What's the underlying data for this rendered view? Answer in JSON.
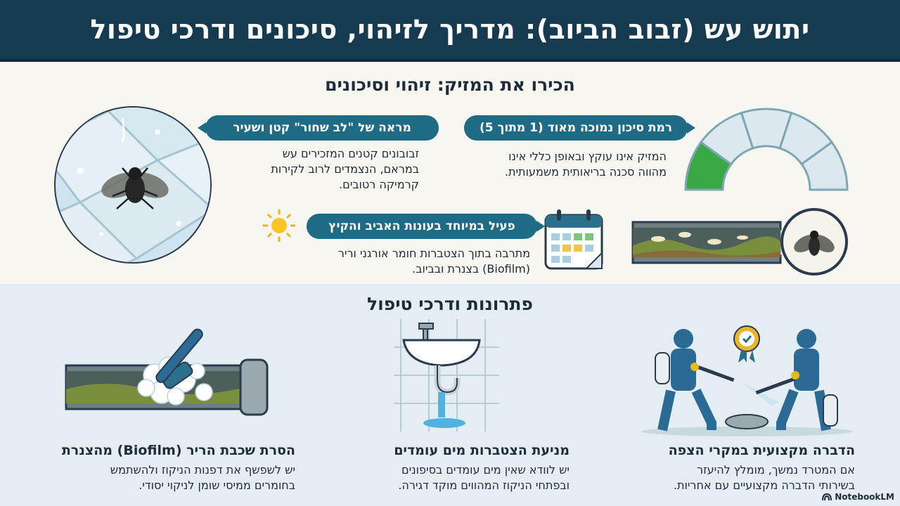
{
  "header": {
    "title": "יתוש עש (זבוב הביוב): מדריך לזיהוי, סיכונים ודרכי טיפול"
  },
  "identification": {
    "title": "הכירו את המזיק: זיהוי וסיכונים",
    "risk": {
      "label": "רמת סיכון נמוכה מאוד (1 מתוך 5)",
      "lines": [
        "המזיק אינו עוקץ ובאופן כללי אינו",
        "מהווה סכנה בריאותית משמעותית."
      ],
      "gauge_level": 1,
      "gauge_max": 5
    },
    "appearance": {
      "label": "מראה של \"לב שחור\" קטן ושעיר",
      "lines": [
        "זבובונים קטנים המזכירים עש",
        "במראם, הנצמדים לרוב לקירות",
        "קרמיקה רטובים."
      ]
    },
    "season": {
      "label": "פעיל במיוחד בעונות האביב והקיץ",
      "lines": [
        "מתרבה בתוך הצטברות חומר אורגני וריר",
        "(Biofilm) בצנרת ובביוב."
      ]
    }
  },
  "solutions": {
    "title": "פתרונות ודרכי טיפול",
    "items": [
      {
        "title": "הדברה מקצועית במקרי הצפה",
        "lines": [
          "אם המטרד נמשך, מומלץ להיעזר",
          "בשירותי הדברה מקצועיים עם אחריות."
        ]
      },
      {
        "title": "מניעת הצטברות מים עומדים",
        "lines": [
          "יש לוודא שאין מים עומדים בסיפונים",
          "ובפתחי הניקוז המהווים מוקד דגירה."
        ]
      },
      {
        "title": "הסרת שכבת הריר (Biofilm) מהצנרת",
        "lines": [
          "יש לשפשף את דפנות הניקוז ולהשתמש",
          "בחומרים ממיסי שומן לניקוי יסודי."
        ]
      }
    ]
  },
  "brand": {
    "name": "NotebookLM"
  },
  "colors": {
    "header": "#163a50",
    "pill": "#1e6b86",
    "gauge_active": "#3aa845",
    "gauge_inactive": "#dbe9ee"
  }
}
